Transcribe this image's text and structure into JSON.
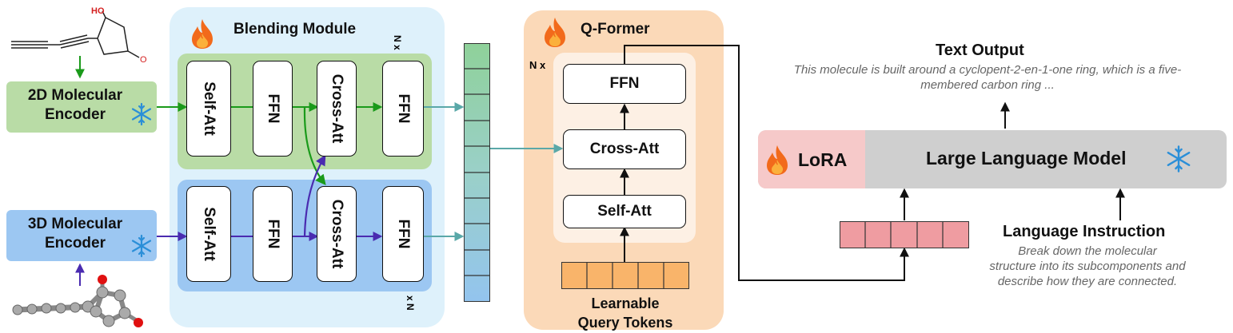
{
  "blending_module": {
    "title": "Blending Module",
    "repeat_top": "N x",
    "repeat_bottom": "x N"
  },
  "green_row": [
    "Self-Att",
    "FFN",
    "Cross-Att",
    "FFN"
  ],
  "blue_row": [
    "Self-Att",
    "FFN",
    "Cross-Att",
    "FFN"
  ],
  "encoders": {
    "two_d": "2D Molecular\nEncoder",
    "three_d": "3D Molecular\nEncoder"
  },
  "qformer": {
    "title": "Q-Former",
    "repeat": "N x",
    "blocks": [
      "FFN",
      "Cross-Att",
      "Self-Att"
    ],
    "query_label": "Learnable\nQuery Tokens"
  },
  "llm": {
    "lora": "LoRA",
    "title": "Large Language Model"
  },
  "text_output": {
    "title": "Text Output",
    "text": "This molecule is built around a cyclopent-2-en-1-one ring, which is a five-\nmembered carbon ring ..."
  },
  "language_instruction": {
    "title": "Language Instruction",
    "text": "Break down the molecular\nstructure into its subcomponents and\ndescribe how they are connected."
  },
  "molecule_2d": {
    "label": "HO",
    "hetero_atom": "O"
  },
  "colors": {
    "green": "#b9dca6",
    "blue": "#9cc7f2",
    "blend_bg": "#def1fb",
    "qformer_bg": "#fbd9b8",
    "token_orange": "#f9b46a",
    "token_pink": "#ef9ca1",
    "lora_bg": "#f6c9c9",
    "llm_bg": "#cfcfcf",
    "green_arrow": "#1a9a1a",
    "purple_arrow": "#4a2bb0",
    "teal_arrow": "#5aa8a8"
  },
  "icons": [
    "fire-icon",
    "snowflake-icon"
  ]
}
